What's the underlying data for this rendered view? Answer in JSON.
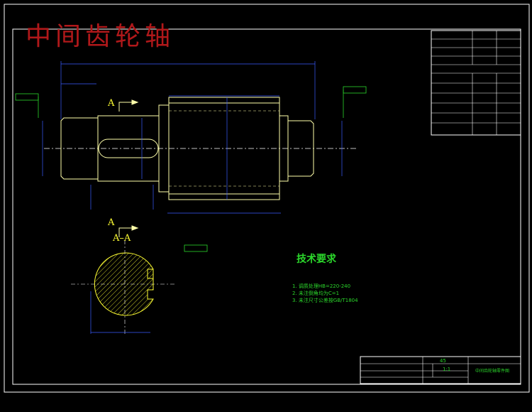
{
  "drawing": {
    "title_overlay": "中间齿轮轴",
    "section_label": "A–A",
    "view_label_top": "A",
    "view_label_bottom": "A"
  },
  "tech_requirements": {
    "title": "技术要求",
    "items": [
      "1. 调质处理HB=220-240",
      "2. 未注倒角均为C=1",
      "3. 未注尺寸公差按GB/T1804"
    ]
  },
  "title_block": {
    "material": "45",
    "scale": "1:1",
    "name": "中间齿轮轴零件图"
  },
  "colors": {
    "background": "#000000",
    "frame": "#ffffff",
    "part": "#ffffaa",
    "dimension": "#3a5cff",
    "annotation": "#2bd62b",
    "overlay_title": "#b0181a",
    "hatch": "#ffff33"
  }
}
